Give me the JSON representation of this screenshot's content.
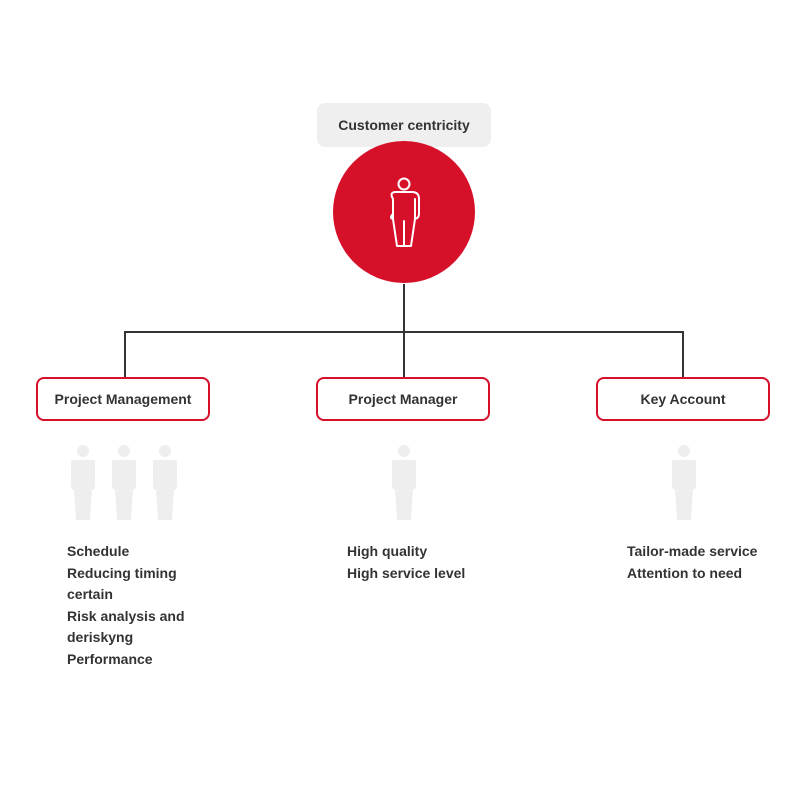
{
  "root": {
    "label": "Customer centricity",
    "icon": "person-outline-icon"
  },
  "colors": {
    "accent": "#d7102a",
    "root_label_bg": "#efefef",
    "connector": "#333333",
    "silhouette": "#eeeeee",
    "text": "#333333"
  },
  "columns": [
    {
      "title": "Project Management",
      "people_icons": 3,
      "items": [
        "Schedule",
        "Reducing timing certain",
        "Risk analysis and deriskyng",
        "Performance"
      ]
    },
    {
      "title": "Project Manager",
      "people_icons": 1,
      "items": [
        "High quality",
        "High service level"
      ]
    },
    {
      "title": "Key Account",
      "people_icons": 1,
      "items": [
        "Tailor-made service",
        "Attention to need"
      ]
    }
  ]
}
